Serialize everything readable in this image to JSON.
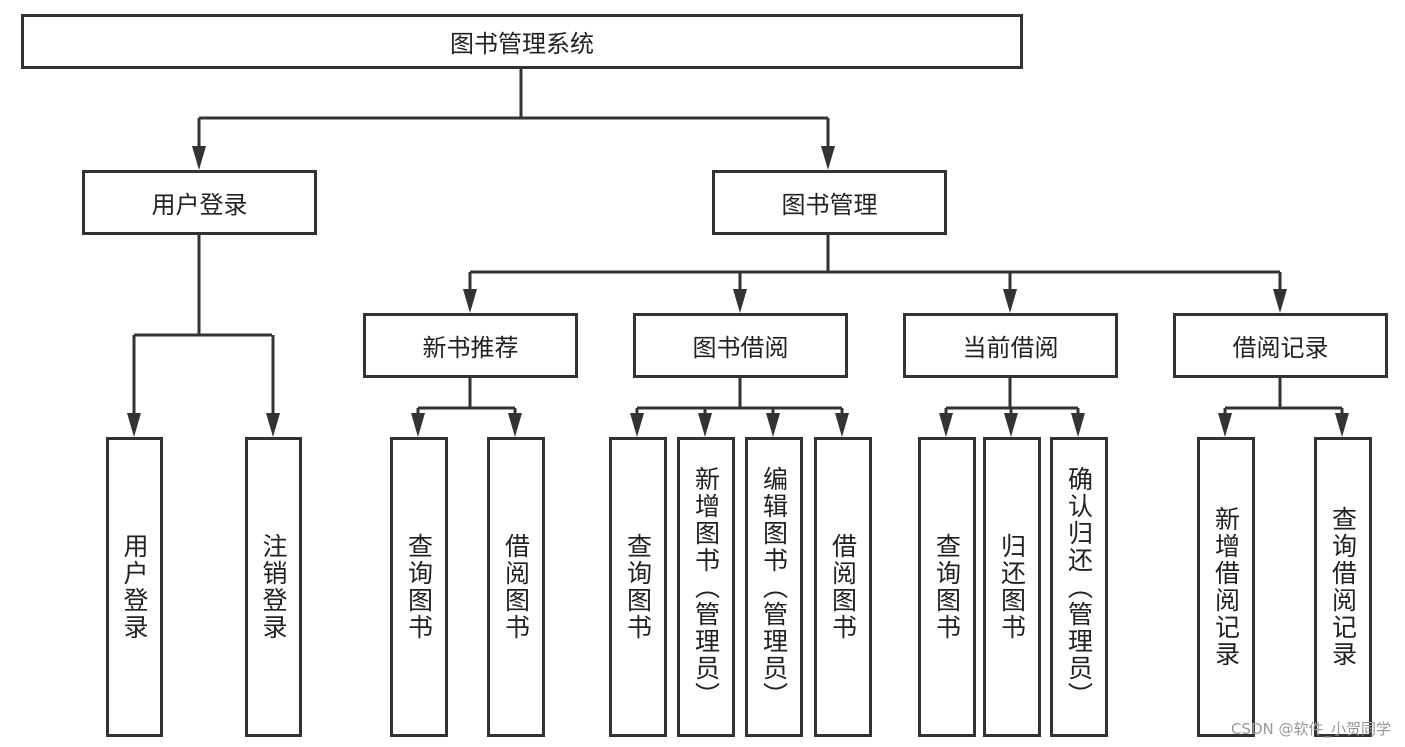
{
  "root": {
    "label": "图书管理系统"
  },
  "level1": [
    {
      "label": "用户登录",
      "children": [
        "用户登录",
        "注销登录"
      ]
    },
    {
      "label": "图书管理"
    }
  ],
  "modules": [
    {
      "label": "新书推荐",
      "children": [
        "查询图书",
        "借阅图书"
      ]
    },
    {
      "label": "图书借阅",
      "children": [
        "查询图书",
        "新增图书（管理员）",
        "编辑图书（管理员）",
        "借阅图书"
      ]
    },
    {
      "label": "当前借阅",
      "children": [
        "查询图书",
        "归还图书",
        "确认归还（管理员）"
      ]
    },
    {
      "label": "借阅记录",
      "children": [
        "新增借阅记录",
        "查询借阅记录"
      ]
    }
  ],
  "watermark": "CSDN @软件_小贺同学",
  "colors": {
    "stroke": "#333333",
    "text": "#222222"
  }
}
